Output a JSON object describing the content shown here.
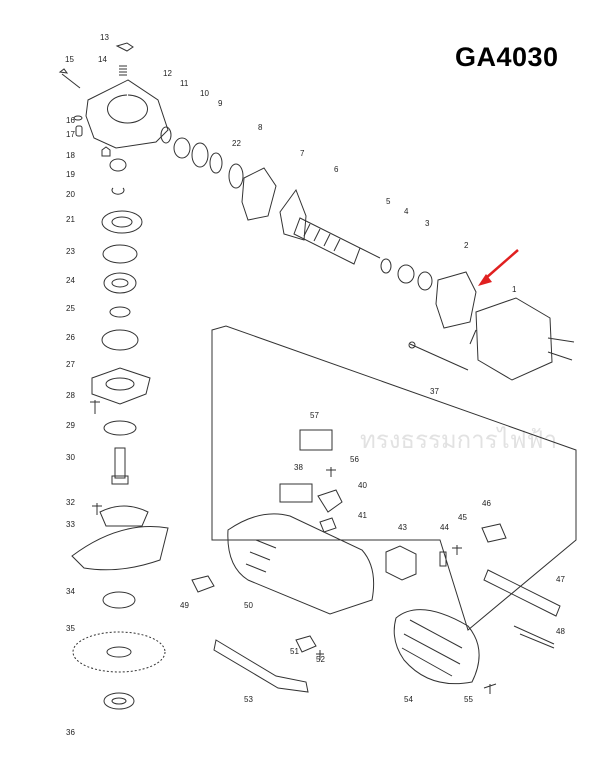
{
  "title": "GA4030",
  "watermark": "ทรงธรรมการไฟฟ้า",
  "colors": {
    "line": "#333333",
    "arrow": "#e02020",
    "label": "#222222"
  },
  "parts": [
    {
      "no": "1"
    },
    {
      "no": "2"
    },
    {
      "no": "3"
    },
    {
      "no": "4"
    },
    {
      "no": "5"
    },
    {
      "no": "6"
    },
    {
      "no": "7"
    },
    {
      "no": "8"
    },
    {
      "no": "9"
    },
    {
      "no": "10"
    },
    {
      "no": "11"
    },
    {
      "no": "12"
    },
    {
      "no": "13"
    },
    {
      "no": "14"
    },
    {
      "no": "15"
    },
    {
      "no": "16"
    },
    {
      "no": "17"
    },
    {
      "no": "18"
    },
    {
      "no": "19"
    },
    {
      "no": "20"
    },
    {
      "no": "21"
    },
    {
      "no": "22"
    },
    {
      "no": "23"
    },
    {
      "no": "24"
    },
    {
      "no": "25"
    },
    {
      "no": "26"
    },
    {
      "no": "27"
    },
    {
      "no": "28"
    },
    {
      "no": "29"
    },
    {
      "no": "30"
    },
    {
      "no": "32"
    },
    {
      "no": "33"
    },
    {
      "no": "34"
    },
    {
      "no": "35"
    },
    {
      "no": "36"
    },
    {
      "no": "37"
    },
    {
      "no": "38"
    },
    {
      "no": "40"
    },
    {
      "no": "41"
    },
    {
      "no": "43"
    },
    {
      "no": "44"
    },
    {
      "no": "45"
    },
    {
      "no": "46"
    },
    {
      "no": "47"
    },
    {
      "no": "48"
    },
    {
      "no": "49"
    },
    {
      "no": "50"
    },
    {
      "no": "51"
    },
    {
      "no": "52"
    },
    {
      "no": "53"
    },
    {
      "no": "54"
    },
    {
      "no": "55"
    },
    {
      "no": "56"
    },
    {
      "no": "57"
    }
  ]
}
